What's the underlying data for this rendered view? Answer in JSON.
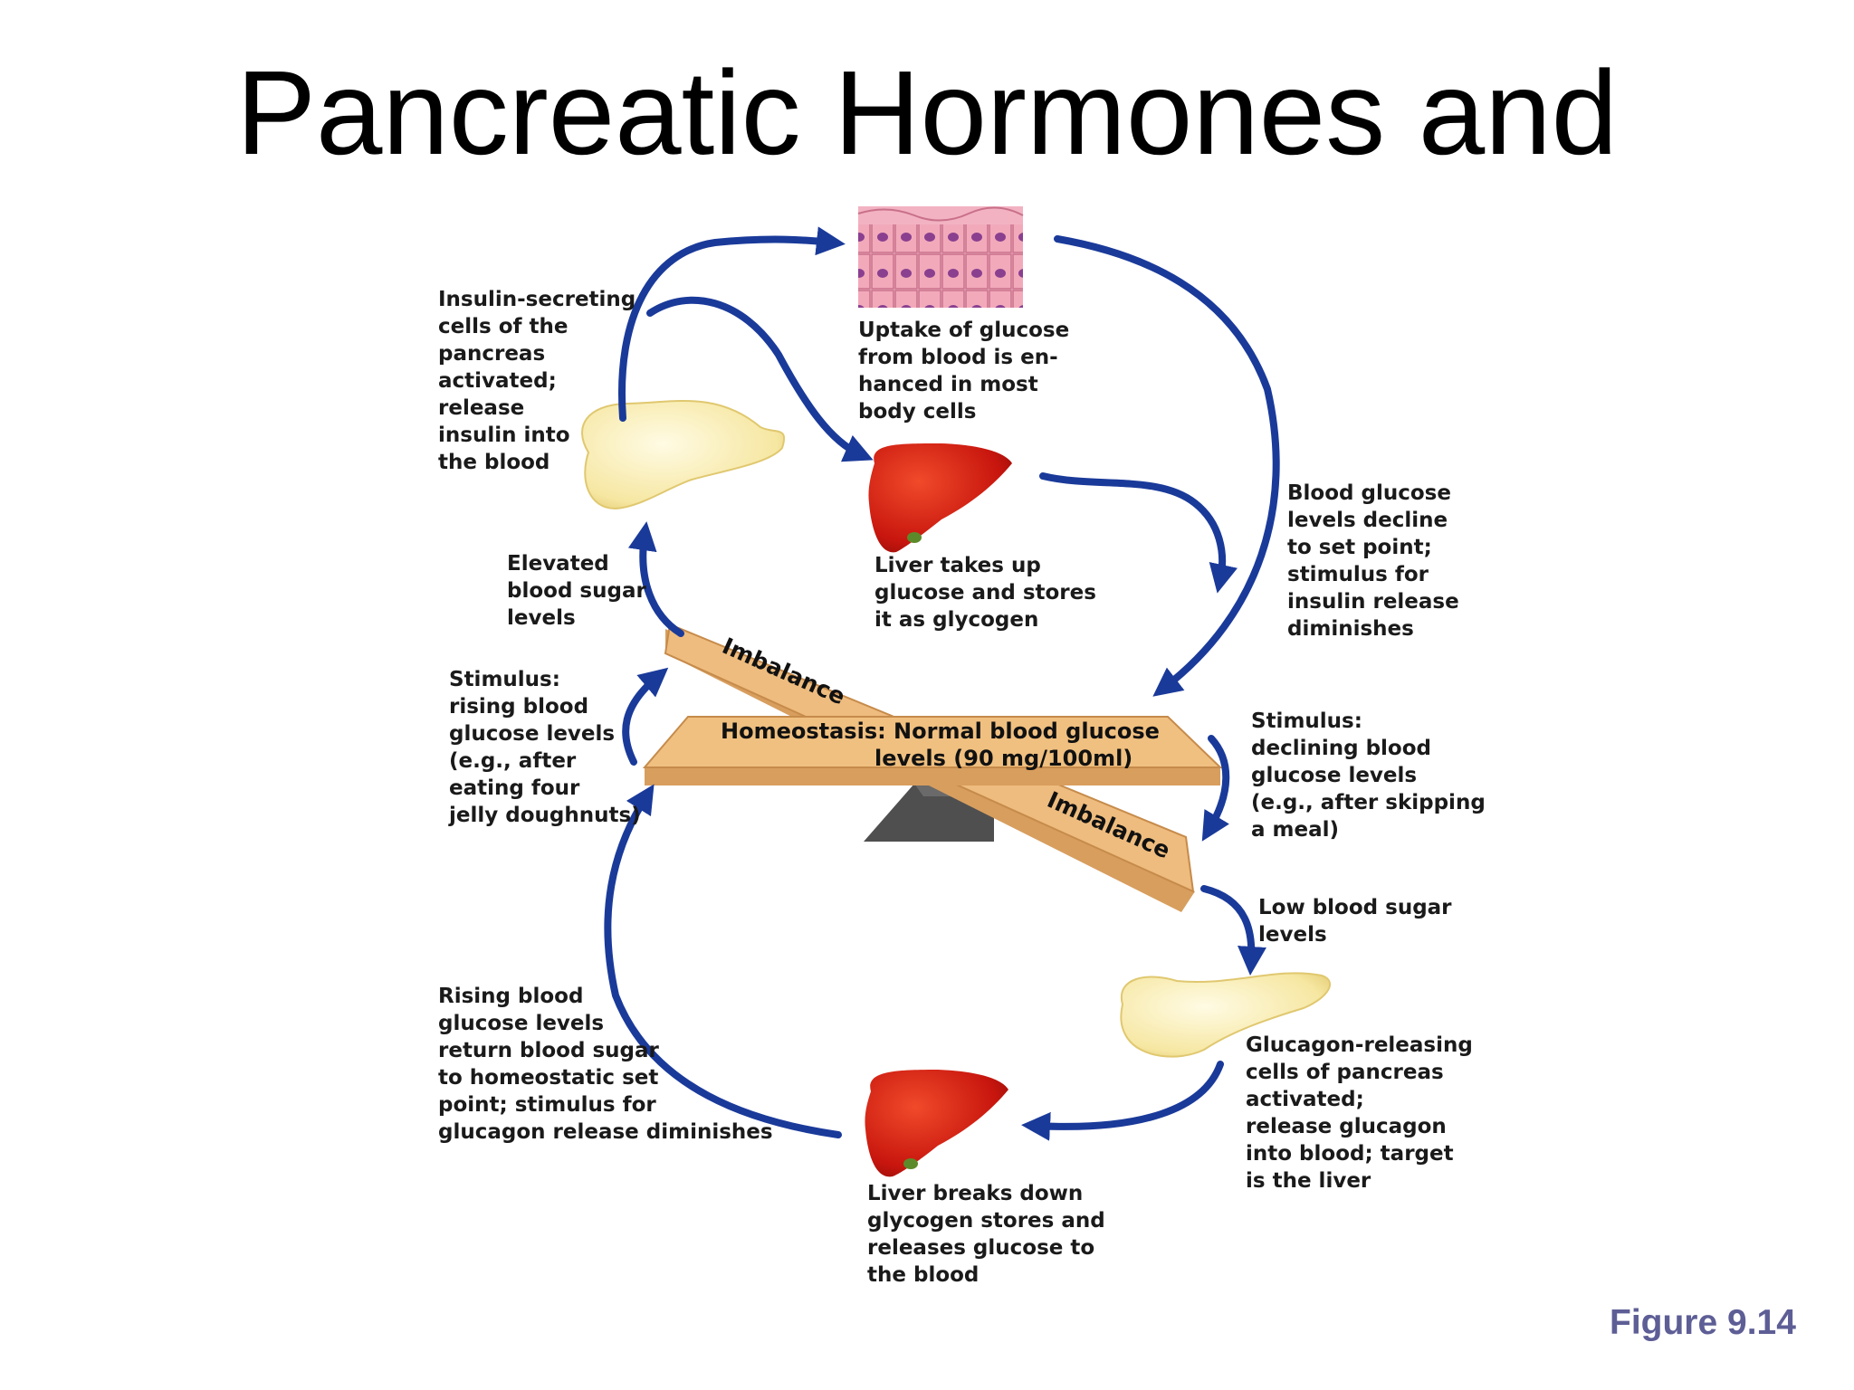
{
  "title": "Pancreatic Hormones and",
  "figure_label": "Figure 9.14",
  "colors": {
    "arrow": "#1a3a9a",
    "beam": "#eebc7e",
    "liver": "#cc1a10",
    "pancreas": "#f4e6a0",
    "cells": "#f2a8b8"
  },
  "icons": [
    "body-cells-illustration",
    "liver-icon",
    "pancreas-icon",
    "fulcrum-icon"
  ],
  "labels": {
    "insulin_cells": "Insulin-secreting\ncells of the\npancreas\nactivated;\nrelease\ninsulin into\nthe blood",
    "uptake": "Uptake of glucose\nfrom blood is en-\nhanced in most\nbody cells",
    "liver_takes": "Liver takes up\nglucose and stores\nit as glycogen",
    "declines": "Blood glucose\nlevels decline\nto set point;\nstimulus for\ninsulin release\ndiminishes",
    "elevated": "Elevated\nblood sugar\nlevels",
    "rising_stimulus": "Stimulus:\nrising blood\nglucose levels\n(e.g., after\neating four\njelly doughnuts)",
    "declining_stimulus": "Stimulus:\ndeclining blood\nglucose levels\n(e.g., after skipping\na meal)",
    "low_sugar": "Low blood sugar\nlevels",
    "rising_return": "Rising blood\nglucose levels\nreturn blood sugar\nto homeostatic set\npoint; stimulus for\nglucagon release diminishes",
    "glucagon_cells": "Glucagon-releasing\ncells of pancreas\nactivated;\nrelease glucagon\ninto blood; target\nis the liver",
    "liver_breaks": "Liver breaks down\nglycogen stores and\nreleases glucose to\nthe blood"
  },
  "seesaw": {
    "homeostasis_line1": "Homeostasis: Normal blood glucose",
    "homeostasis_line2": "levels (90 mg/100ml)",
    "imbalance_top": "Imbalance",
    "imbalance_bottom": "Imbalance"
  }
}
